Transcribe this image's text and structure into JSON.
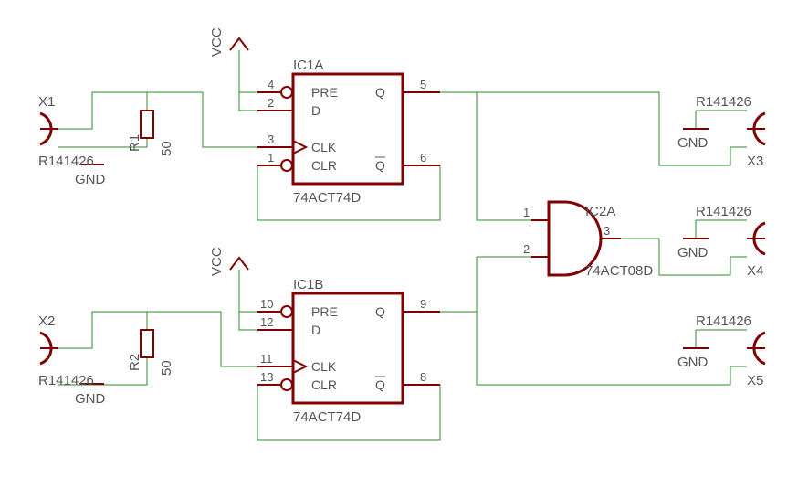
{
  "colors": {
    "wire": "#2e8b2e",
    "component": "#800000",
    "text": "#555555"
  },
  "ic1a": {
    "name": "IC1A",
    "value": "74ACT74D",
    "pre": "PRE",
    "d": "D",
    "clk": "CLK",
    "clr": "CLR",
    "q": "Q",
    "qbar": "Q",
    "pin_pre": "4",
    "pin_d": "2",
    "pin_clk": "3",
    "pin_clr": "1",
    "pin_q": "5",
    "pin_qbar": "6"
  },
  "ic1b": {
    "name": "IC1B",
    "value": "74ACT74D",
    "pre": "PRE",
    "d": "D",
    "clk": "CLK",
    "clr": "CLR",
    "q": "Q",
    "qbar": "Q",
    "pin_pre": "10",
    "pin_d": "12",
    "pin_clk": "11",
    "pin_clr": "13",
    "pin_q": "9",
    "pin_qbar": "8"
  },
  "ic2a": {
    "name": "IC2A",
    "value": "74ACT08D",
    "pin_in1": "1",
    "pin_in2": "2",
    "pin_out": "3"
  },
  "r1": {
    "name": "R1",
    "value": "50"
  },
  "r2": {
    "name": "R2",
    "value": "50"
  },
  "vcc1": "VCC",
  "vcc2": "VCC",
  "x1": {
    "name": "X1",
    "value": "R141426",
    "gnd": "GND"
  },
  "x2": {
    "name": "X2",
    "value": "R141426",
    "gnd": "GND"
  },
  "x3": {
    "name": "X3",
    "value": "R141426",
    "gnd": "GND"
  },
  "x4": {
    "name": "X4",
    "value": "R141426",
    "gnd": "GND"
  },
  "x5": {
    "name": "X5",
    "value": "R141426",
    "gnd": "GND"
  }
}
